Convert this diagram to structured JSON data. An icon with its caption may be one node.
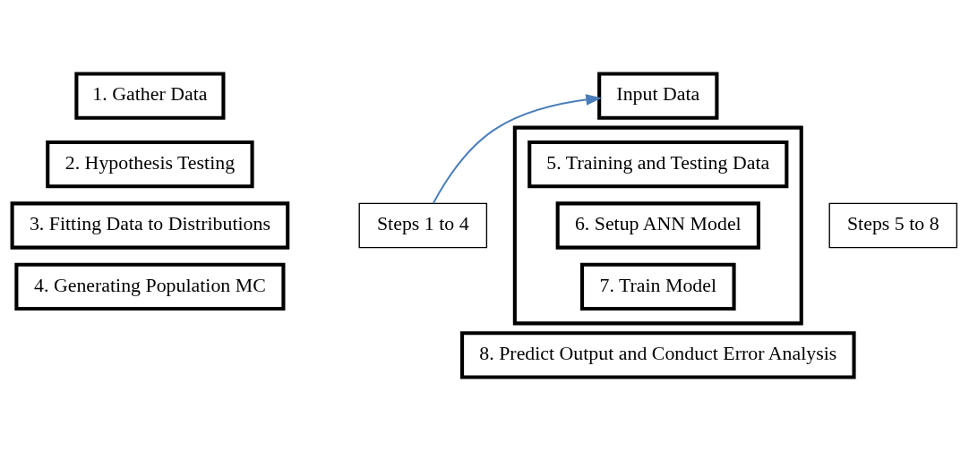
{
  "diagram": {
    "nodes": [
      {
        "text": [
          "1. Gather Data"
        ]
      },
      {
        "text": [
          "2. Hypothesis Testing"
        ]
      },
      {
        "text": [
          "3. Fitting Data to Distributions"
        ]
      },
      {
        "text": [
          "4. Generating Population MC"
        ]
      },
      {
        "text": [
          "Steps 1 to 4"
        ]
      },
      {
        "text": [
          "Input Data"
        ]
      },
      {
        "text": [],
        "shape": "box"
      },
      {
        "text": [
          "5. Training and Testing Data"
        ],
        "in": 6
      },
      {
        "text": [
          "6. Setup ANN Model"
        ],
        "in": 6
      },
      {
        "text": [
          "7. Train Model"
        ],
        "in": 6
      },
      {
        "text": [
          "8. Predict Output and Conduct Error Analysis"
        ]
      },
      {
        "text": [
          "Steps 5 to 8"
        ]
      }
    ],
    "edges": [
      {
        "from": 4,
        "to": 5,
        "arrow": "to"
      }
    ]
  }
}
